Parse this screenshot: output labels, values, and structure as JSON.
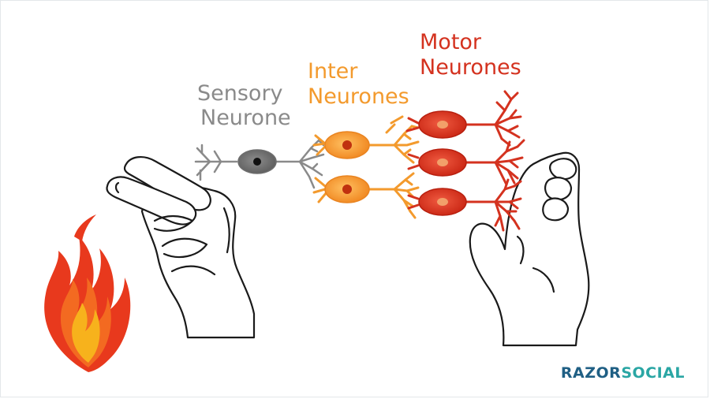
{
  "labels": {
    "sensory_line1": "Sensory",
    "sensory_line2": "Neurone",
    "inter_line1": "Inter",
    "inter_line2": "Neurones",
    "motor_line1": "Motor",
    "motor_line2": "Neurones"
  },
  "brand": {
    "part1": "RAZOR",
    "part2": "SOCIAL"
  },
  "colors": {
    "sensory": "#8a8a8a",
    "inter": "#f39a2d",
    "motor": "#d4321f",
    "flame_outer": "#e8391d",
    "flame_mid": "#f36a21",
    "flame_inner": "#f7b21c",
    "brand_dark": "#1f5f84",
    "brand_light": "#2aa6a4"
  },
  "icons": {
    "left_hand": "hand-pinch-icon",
    "right_hand": "hand-open-icon",
    "flame": "fire-icon"
  }
}
